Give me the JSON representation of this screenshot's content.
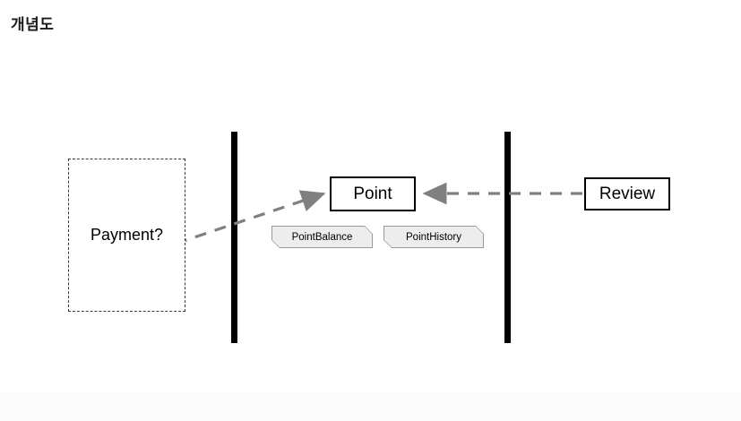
{
  "diagram": {
    "title": "개념도",
    "background_color": "#ffffff",
    "nodes": [
      {
        "id": "payment",
        "label": "Payment?",
        "shape": "rectangle",
        "border_style": "dashed",
        "border_color": "#3a3a3a",
        "fill": "#ffffff"
      },
      {
        "id": "point",
        "label": "Point",
        "shape": "rectangle",
        "border_style": "solid",
        "border_color": "#000000",
        "fill": "#ffffff"
      },
      {
        "id": "review",
        "label": "Review",
        "shape": "rectangle",
        "border_style": "solid",
        "border_color": "#000000",
        "fill": "#ffffff"
      },
      {
        "id": "point_balance",
        "label": "PointBalance",
        "shape": "tag",
        "border_style": "solid",
        "border_color": "#9a9a9a",
        "fill": "#ededed"
      },
      {
        "id": "point_history",
        "label": "PointHistory",
        "shape": "tag",
        "border_style": "solid",
        "border_color": "#9a9a9a",
        "fill": "#ededed"
      }
    ],
    "boundaries": [
      {
        "id": "boundary_left",
        "orientation": "vertical",
        "color": "#000000"
      },
      {
        "id": "boundary_right",
        "orientation": "vertical",
        "color": "#000000"
      }
    ],
    "connectors": [
      {
        "id": "payment_to_point",
        "from": "payment",
        "to": "point",
        "style": "dashed",
        "color": "#808080",
        "arrowhead": "filled-triangle",
        "direction": "to-point"
      },
      {
        "id": "review_to_point",
        "from": "review",
        "to": "point",
        "style": "dashed",
        "color": "#808080",
        "arrowhead": "filled-triangle",
        "direction": "to-point"
      }
    ]
  }
}
